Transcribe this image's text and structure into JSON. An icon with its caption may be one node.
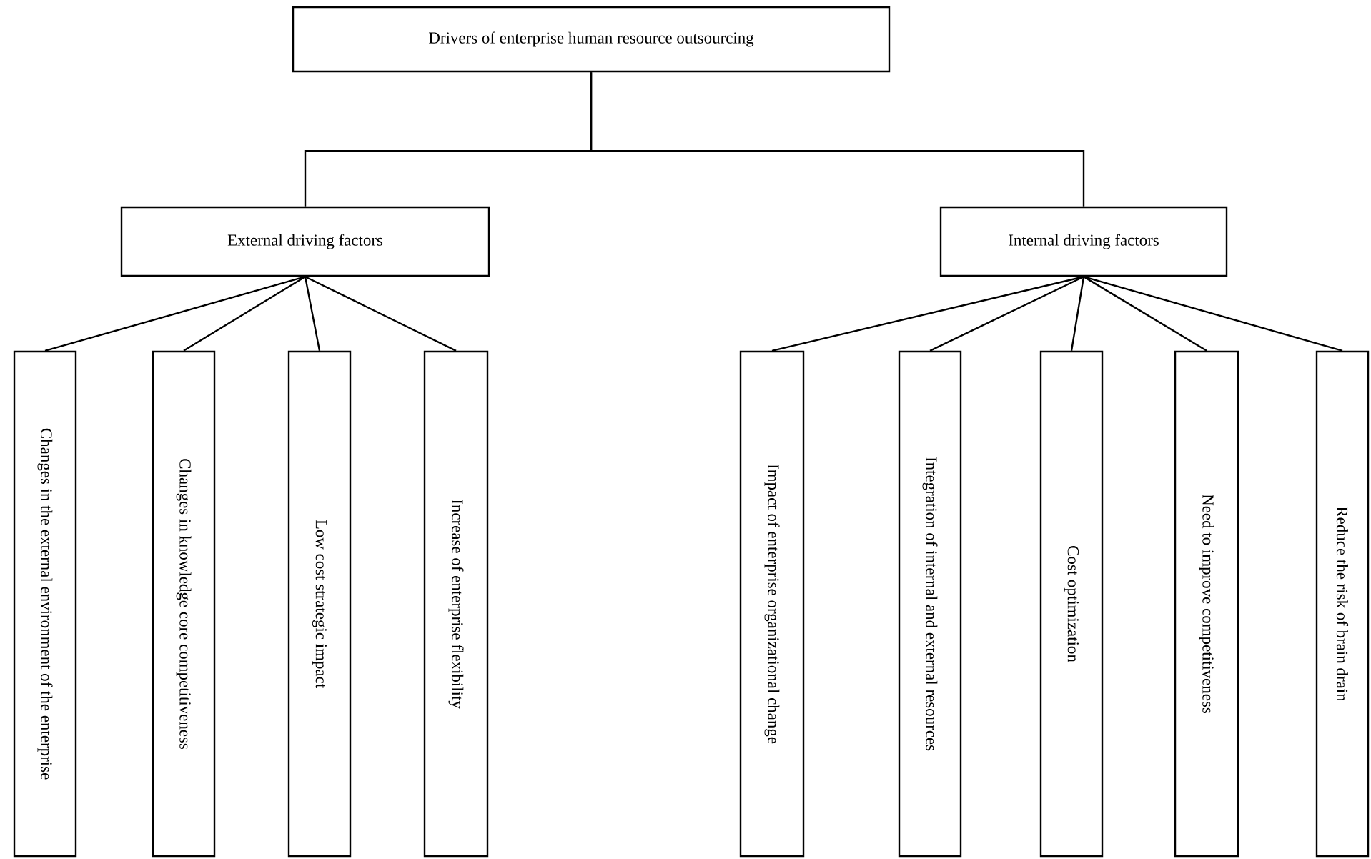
{
  "diagram": {
    "nodes": [
      {
        "text": [
          "Drivers of enterprise human resource outsourcing"
        ]
      },
      {
        "text": [
          "External driving factors"
        ]
      },
      {
        "text": [
          "Internal driving factors"
        ]
      },
      {
        "text": [
          "Changes in the external environment of the enterprise"
        ]
      },
      {
        "text": [
          "Changes in knowledge core competitiveness"
        ]
      },
      {
        "text": [
          "Low cost strategic impact"
        ]
      },
      {
        "text": [
          "Increase of enterprise flexibility"
        ]
      },
      {
        "text": [
          "Impact of enterprise organizational change"
        ]
      },
      {
        "text": [
          "Integration of internal and external resources"
        ]
      },
      {
        "text": [
          "Cost optimization"
        ]
      },
      {
        "text": [
          "Need to improve competitiveness"
        ]
      },
      {
        "text": [
          "Reduce the risk of brain drain"
        ]
      }
    ],
    "edges": [
      {
        "from": 0,
        "to": 1,
        "arrow": "none"
      },
      {
        "from": 0,
        "to": 2,
        "arrow": "none"
      },
      {
        "from": 1,
        "to": 3,
        "arrow": "none"
      },
      {
        "from": 1,
        "to": 4,
        "arrow": "none"
      },
      {
        "from": 1,
        "to": 5,
        "arrow": "none"
      },
      {
        "from": 1,
        "to": 6,
        "arrow": "none"
      },
      {
        "from": 2,
        "to": 7,
        "arrow": "none"
      },
      {
        "from": 2,
        "to": 8,
        "arrow": "none"
      },
      {
        "from": 2,
        "to": 9,
        "arrow": "none"
      },
      {
        "from": 2,
        "to": 10,
        "arrow": "none"
      },
      {
        "from": 2,
        "to": 11,
        "arrow": "none"
      }
    ]
  }
}
